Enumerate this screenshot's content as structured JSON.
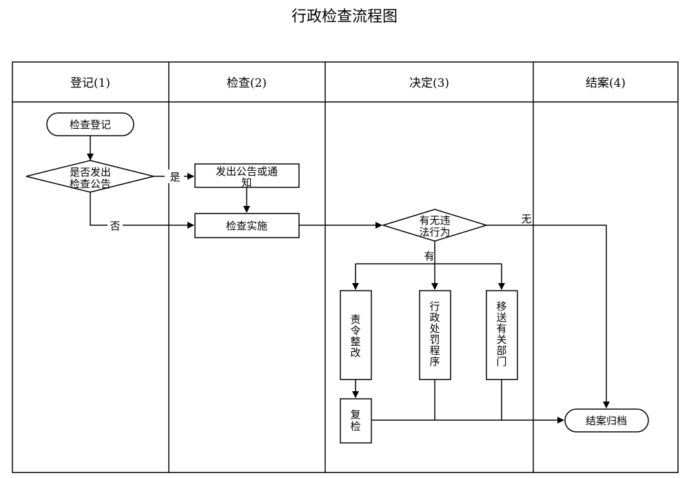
{
  "title": "行政检查流程图",
  "lanes": [
    {
      "label": "登记(1)"
    },
    {
      "label": "检查(2)"
    },
    {
      "label": "决定(3)"
    },
    {
      "label": "结案(4)"
    }
  ],
  "nodes": {
    "start": "检查登记",
    "decision_notice": [
      "是否发出",
      "检查公告"
    ],
    "issue_notice": [
      "发出公告或通",
      "知"
    ],
    "inspect": "检查实施",
    "decision_violation": [
      "有无违",
      "法行为"
    ],
    "rectify": [
      "责",
      "令",
      "整",
      "改"
    ],
    "penalty": [
      "行",
      "政",
      "处",
      "罚",
      "程",
      "序"
    ],
    "transfer": [
      "移",
      "送",
      "有",
      "关",
      "部",
      "门"
    ],
    "recheck": [
      "复",
      "检"
    ],
    "end": "结案归档"
  },
  "edge_labels": {
    "yes": "是",
    "no": "否",
    "has": "有",
    "none": "无"
  }
}
